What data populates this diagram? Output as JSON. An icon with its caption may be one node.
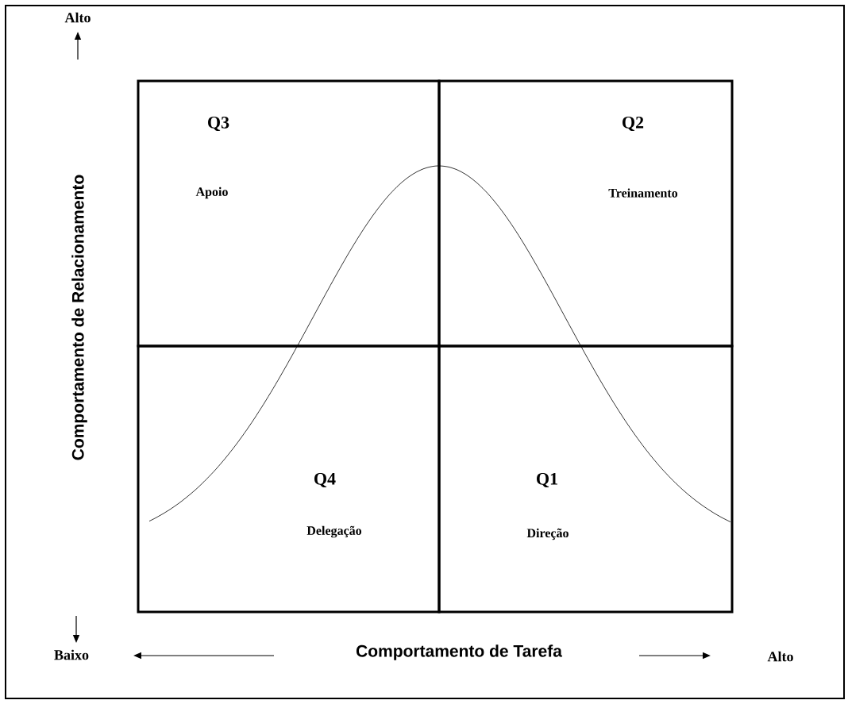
{
  "diagram": {
    "nodes": [
      {
        "text": [
          "Q3",
          "Apoio"
        ]
      },
      {
        "text": [
          "Q2",
          "Treinamento"
        ]
      },
      {
        "text": [
          "Q4",
          "Delegação"
        ]
      },
      {
        "text": [
          "Q1",
          "Direção"
        ]
      }
    ],
    "labels": [
      "Alto",
      "Comportamento de Relacionamento",
      "Baixo",
      "Comportamento de Tarefa",
      "Alto"
    ]
  }
}
